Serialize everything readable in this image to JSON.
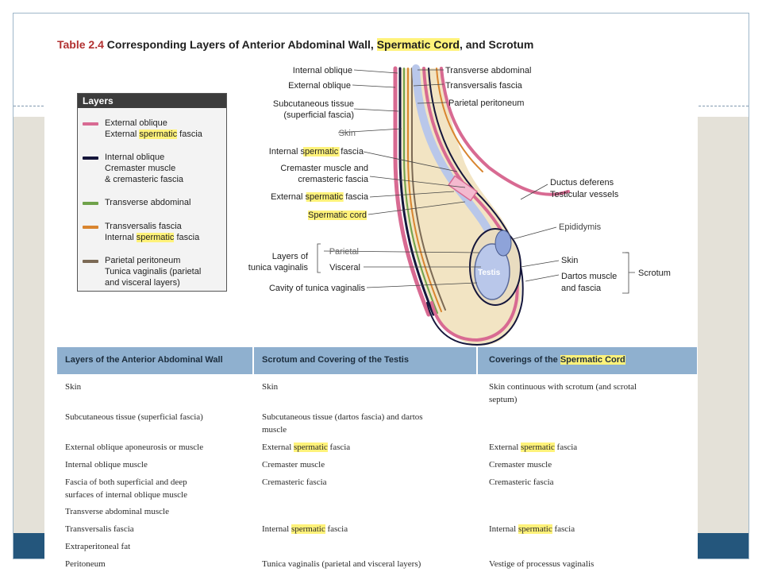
{
  "title": {
    "number": "Table 2.4",
    "before": "Corresponding Layers of Anterior Abdominal Wall, ",
    "highlight": "Spermatic Cord",
    "after": ", and Scrotum"
  },
  "legend": {
    "heading": "Layers",
    "items": [
      {
        "lines": [
          "External oblique",
          "External spermatic fascia"
        ],
        "color": "#d86a92"
      },
      {
        "lines": [
          "Internal oblique",
          "Cremaster muscle",
          "& cremasteric fascia"
        ],
        "color": "#15163b"
      },
      {
        "lines": [
          "Transverse abdominal"
        ],
        "color": "#6fa24a"
      },
      {
        "lines": [
          "Transversalis fascia",
          "Internal spermatic fascia"
        ],
        "color": "#d9852f"
      },
      {
        "lines": [
          "Parietal peritoneum",
          "Tunica vaginalis (parietal",
          "and visceral layers)"
        ],
        "color": "#7c6a55"
      }
    ]
  },
  "diagram_labels": {
    "internal_oblique": "Internal oblique",
    "external_oblique": "External oblique",
    "subcutaneous": "Subcutaneous tissue",
    "superficial_fascia": "(superficial fascia)",
    "skin_top": "Skin",
    "internal_spermatic": "Internal spermatic fascia",
    "cremaster_1": "Cremaster muscle and",
    "cremaster_2": "cremasteric fascia",
    "external_spermatic": "External spermatic fascia",
    "spermatic_cord": "Spermatic cord",
    "layers_of_1": "Layers of",
    "layers_of_2": "tunica vaginalis",
    "parietal": "Parietal",
    "visceral": "Visceral",
    "cavity": "Cavity of tunica vaginalis",
    "transverse_abdominal": "Transverse abdominal",
    "transversalis_fascia": "Transversalis fascia",
    "parietal_peritoneum": "Parietal peritoneum",
    "ductus_deferens": "Ductus deferens",
    "testicular_vessels": "Testicular vessels",
    "epididymis": "Epididymis",
    "testis": "Testis",
    "skin_right": "Skin",
    "dartos_1": "Dartos muscle",
    "dartos_2": "and fascia",
    "scrotum": "Scrotum"
  },
  "table": {
    "headers": [
      "Layers of the Anterior Abdominal Wall",
      "Scrotum and Covering of the Testis",
      "Coverings of the Spermatic Cord"
    ],
    "rows": [
      {
        "c1": [
          "Skin"
        ],
        "c2": [
          "Skin"
        ],
        "c3": [
          "Skin continuous with scrotum (and scrotal",
          "septum)"
        ]
      },
      {
        "c1": [
          "Subcutaneous tissue (superficial fascia)"
        ],
        "c2": [
          "Subcutaneous tissue (dartos fascia) and dartos",
          "muscle"
        ],
        "c3": []
      },
      {
        "c1": [
          "External oblique aponeurosis or muscle"
        ],
        "c2": [
          "External spermatic fascia"
        ],
        "c3": [
          "External spermatic fascia"
        ]
      },
      {
        "c1": [
          "Internal oblique muscle"
        ],
        "c2": [
          "Cremaster muscle"
        ],
        "c3": [
          "Cremaster muscle"
        ]
      },
      {
        "c1": [
          "Fascia of both superficial and deep",
          "surfaces of internal oblique muscle"
        ],
        "c2": [
          "Cremasteric fascia"
        ],
        "c3": [
          "Cremasteric fascia"
        ]
      },
      {
        "c1": [
          "Transverse abdominal muscle"
        ],
        "c2": [],
        "c3": []
      },
      {
        "c1": [
          "Transversalis fascia"
        ],
        "c2": [
          "Internal spermatic fascia"
        ],
        "c3": [
          "Internal spermatic fascia"
        ]
      },
      {
        "c1": [
          "Extraperitoneal fat"
        ],
        "c2": [],
        "c3": []
      },
      {
        "c1": [
          "Peritoneum"
        ],
        "c2": [
          "Tunica vaginalis (parietal and visceral layers)"
        ],
        "c3": [
          "Vestige of processus vaginalis"
        ]
      }
    ]
  },
  "highlight_word": "spermatic",
  "colors": {
    "accent_red": "#b23131",
    "highlight": "#fff27a",
    "table_header": "#8fb0cf",
    "slide_bar": "#24567c"
  }
}
